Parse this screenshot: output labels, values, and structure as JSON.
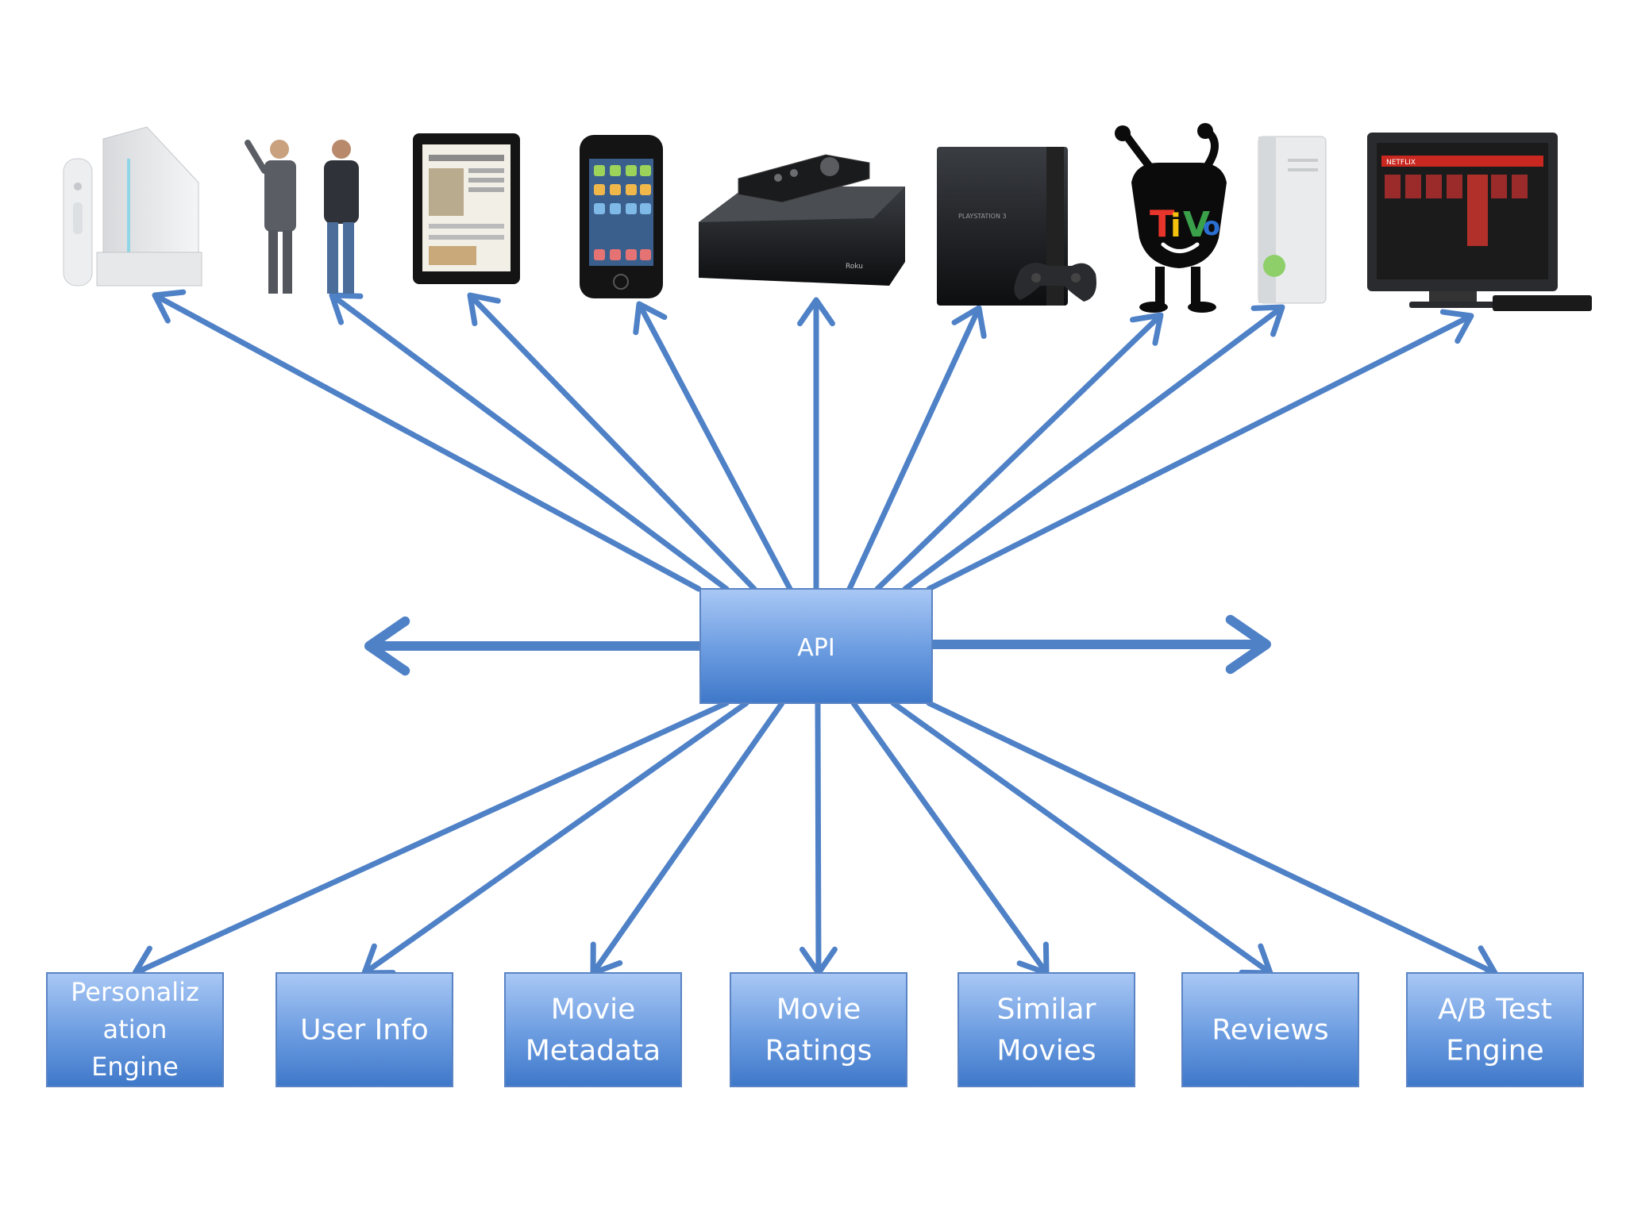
{
  "hub": {
    "label": "API"
  },
  "services": [
    {
      "id": "personalization",
      "lines": [
        "Personaliz",
        "ation",
        "Engine"
      ]
    },
    {
      "id": "user-info",
      "lines": [
        "User Info"
      ]
    },
    {
      "id": "movie-metadata",
      "lines": [
        "Movie",
        "Metadata"
      ]
    },
    {
      "id": "movie-ratings",
      "lines": [
        "Movie",
        "Ratings"
      ]
    },
    {
      "id": "similar-movies",
      "lines": [
        "Similar",
        "Movies"
      ]
    },
    {
      "id": "reviews",
      "lines": [
        "Reviews"
      ]
    },
    {
      "id": "ab-test-engine",
      "lines": [
        "A/B Test",
        "Engine"
      ]
    }
  ],
  "devices": [
    {
      "id": "wii",
      "icon": "wii-console-icon"
    },
    {
      "id": "people",
      "icon": "people-icon"
    },
    {
      "id": "ipad",
      "icon": "tablet-icon",
      "logo_text": ""
    },
    {
      "id": "iphone",
      "icon": "smartphone-icon"
    },
    {
      "id": "roku",
      "icon": "set-top-box-icon",
      "logo_text": "Roku"
    },
    {
      "id": "ps3",
      "icon": "game-console-icon",
      "logo_text": "PLAYSTATION 3"
    },
    {
      "id": "tivo",
      "icon": "tivo-logo-icon",
      "logo_text": "TiVo"
    },
    {
      "id": "xbox",
      "icon": "xbox-console-icon"
    },
    {
      "id": "smart-tv",
      "icon": "tv-icon",
      "logo_text": "NETFLIX"
    }
  ],
  "colors": {
    "arrow": "#4f81c7",
    "box_top": "#a9c8f5",
    "box_bottom": "#3f78c9",
    "box_border": "#5b84c4"
  }
}
